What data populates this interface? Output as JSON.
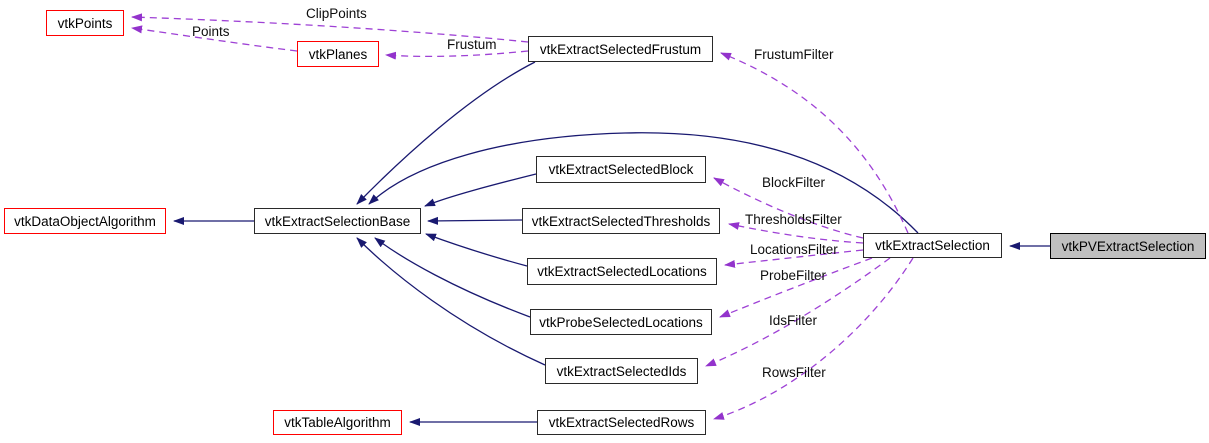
{
  "diagram": {
    "type": "doxygen-collaboration-graph",
    "background": "#ffffff",
    "colors": {
      "inheritance_edge": "#191970",
      "usage_edge": "#9e41d5",
      "usage_arrowhead": "#9333cc",
      "external_node_border": "#ff0000",
      "node_border": "#2a2a2a",
      "node_fill": "#ffffff",
      "current_node_fill": "#bfbfbf",
      "text": "#000000"
    },
    "nodes": [
      {
        "id": "vtkPoints",
        "label": "vtkPoints",
        "kind": "external"
      },
      {
        "id": "vtkPlanes",
        "label": "vtkPlanes",
        "kind": "external"
      },
      {
        "id": "vtkExtractSelectedFrustum",
        "label": "vtkExtractSelectedFrustum",
        "kind": "normal"
      },
      {
        "id": "vtkDataObjectAlgorithm",
        "label": "vtkDataObjectAlgorithm",
        "kind": "external"
      },
      {
        "id": "vtkExtractSelectionBase",
        "label": "vtkExtractSelectionBase",
        "kind": "normal"
      },
      {
        "id": "vtkExtractSelectedBlock",
        "label": "vtkExtractSelectedBlock",
        "kind": "normal"
      },
      {
        "id": "vtkExtractSelectedThresholds",
        "label": "vtkExtractSelectedThresholds",
        "kind": "normal"
      },
      {
        "id": "vtkExtractSelectedLocations",
        "label": "vtkExtractSelectedLocations",
        "kind": "normal"
      },
      {
        "id": "vtkProbeSelectedLocations",
        "label": "vtkProbeSelectedLocations",
        "kind": "normal"
      },
      {
        "id": "vtkExtractSelectedIds",
        "label": "vtkExtractSelectedIds",
        "kind": "normal"
      },
      {
        "id": "vtkTableAlgorithm",
        "label": "vtkTableAlgorithm",
        "kind": "external"
      },
      {
        "id": "vtkExtractSelectedRows",
        "label": "vtkExtractSelectedRows",
        "kind": "normal"
      },
      {
        "id": "vtkExtractSelection",
        "label": "vtkExtractSelection",
        "kind": "normal"
      },
      {
        "id": "vtkPVExtractSelection",
        "label": "vtkPVExtractSelection",
        "kind": "current"
      }
    ],
    "edge_labels": [
      {
        "text": "ClipPoints"
      },
      {
        "text": "Points"
      },
      {
        "text": "Frustum"
      },
      {
        "text": "FrustumFilter"
      },
      {
        "text": "BlockFilter"
      },
      {
        "text": "ThresholdsFilter"
      },
      {
        "text": "LocationsFilter"
      },
      {
        "text": "ProbeFilter"
      },
      {
        "text": "IdsFilter"
      },
      {
        "text": "RowsFilter"
      }
    ],
    "edges": [
      {
        "from": "vtkExtractSelectionBase",
        "to": "vtkDataObjectAlgorithm",
        "type": "inheritance",
        "label": ""
      },
      {
        "from": "vtkExtractSelectedFrustum",
        "to": "vtkExtractSelectionBase",
        "type": "inheritance",
        "label": ""
      },
      {
        "from": "vtkExtractSelectedBlock",
        "to": "vtkExtractSelectionBase",
        "type": "inheritance",
        "label": ""
      },
      {
        "from": "vtkExtractSelectedThresholds",
        "to": "vtkExtractSelectionBase",
        "type": "inheritance",
        "label": ""
      },
      {
        "from": "vtkExtractSelectedLocations",
        "to": "vtkExtractSelectionBase",
        "type": "inheritance",
        "label": ""
      },
      {
        "from": "vtkProbeSelectedLocations",
        "to": "vtkExtractSelectionBase",
        "type": "inheritance",
        "label": ""
      },
      {
        "from": "vtkExtractSelectedIds",
        "to": "vtkExtractSelectionBase",
        "type": "inheritance",
        "label": ""
      },
      {
        "from": "vtkExtractSelection",
        "to": "vtkExtractSelectionBase",
        "type": "inheritance",
        "label": ""
      },
      {
        "from": "vtkExtractSelectedRows",
        "to": "vtkTableAlgorithm",
        "type": "inheritance",
        "label": ""
      },
      {
        "from": "vtkPVExtractSelection",
        "to": "vtkExtractSelection",
        "type": "inheritance",
        "label": ""
      },
      {
        "from": "vtkExtractSelectedFrustum",
        "to": "vtkPoints",
        "type": "usage",
        "label": "ClipPoints"
      },
      {
        "from": "vtkPlanes",
        "to": "vtkPoints",
        "type": "usage",
        "label": "Points"
      },
      {
        "from": "vtkExtractSelectedFrustum",
        "to": "vtkPlanes",
        "type": "usage",
        "label": "Frustum"
      },
      {
        "from": "vtkExtractSelection",
        "to": "vtkExtractSelectedFrustum",
        "type": "usage",
        "label": "FrustumFilter"
      },
      {
        "from": "vtkExtractSelection",
        "to": "vtkExtractSelectedBlock",
        "type": "usage",
        "label": "BlockFilter"
      },
      {
        "from": "vtkExtractSelection",
        "to": "vtkExtractSelectedThresholds",
        "type": "usage",
        "label": "ThresholdsFilter"
      },
      {
        "from": "vtkExtractSelection",
        "to": "vtkExtractSelectedLocations",
        "type": "usage",
        "label": "LocationsFilter"
      },
      {
        "from": "vtkExtractSelection",
        "to": "vtkProbeSelectedLocations",
        "type": "usage",
        "label": "ProbeFilter"
      },
      {
        "from": "vtkExtractSelection",
        "to": "vtkExtractSelectedIds",
        "type": "usage",
        "label": "IdsFilter"
      },
      {
        "from": "vtkExtractSelection",
        "to": "vtkExtractSelectedRows",
        "type": "usage",
        "label": "RowsFilter"
      }
    ]
  }
}
